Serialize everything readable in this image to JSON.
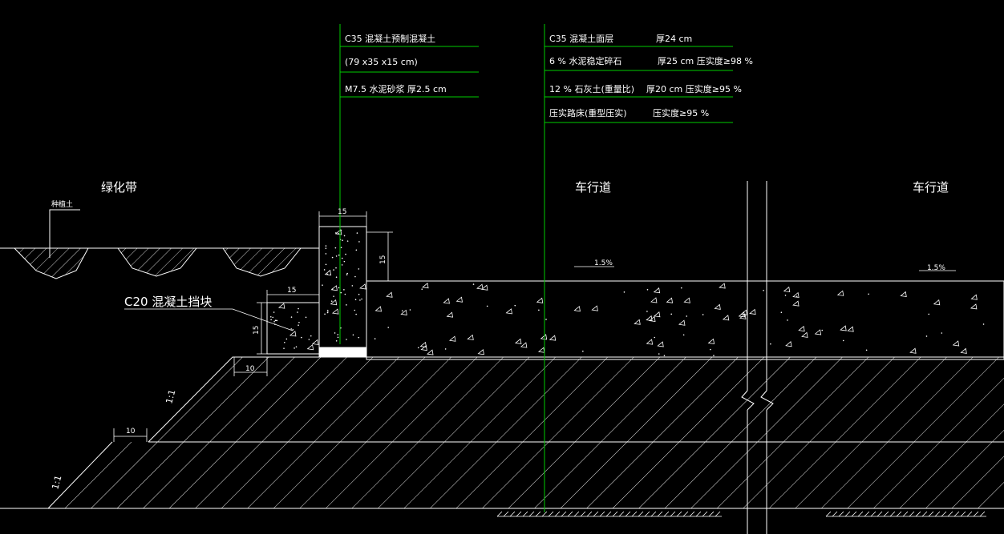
{
  "colors": {
    "background": "#000000",
    "line": "#ffffff",
    "leader": "#00cc00",
    "highlight": "#ffffff"
  },
  "labels": {
    "green_belt": "绿化带",
    "roadway_left": "车行道",
    "roadway_right": "车行道",
    "planting_soil": "种植土",
    "c20_block": "C20 混凝土挡块",
    "curb_width": "15",
    "curb_height": "15",
    "block_width": "15",
    "block_height": "15",
    "block_toe": "10",
    "slope_toe": "10",
    "slope_upper": "1:1",
    "slope_lower": "1:1",
    "crossfall_left": "1.5%",
    "crossfall_right": "1.5%"
  },
  "curb_callout": [
    "C35 混凝土预制混凝土",
    "(79 x35 x15 cm)",
    "M7.5 水泥砂浆     厚2.5 cm"
  ],
  "pavement_callout": [
    {
      "layer": "C35 混凝土面层",
      "spec": "厚24 cm"
    },
    {
      "layer": "6 % 水泥稳定碎石",
      "spec": "厚25 cm   压实度≥98 %"
    },
    {
      "layer": "12 % 石灰土(重量比)",
      "spec": "厚20 cm   压实度≥95 %"
    },
    {
      "layer": "压实路床(重型压实)",
      "spec": "压实度≥95 %"
    }
  ]
}
